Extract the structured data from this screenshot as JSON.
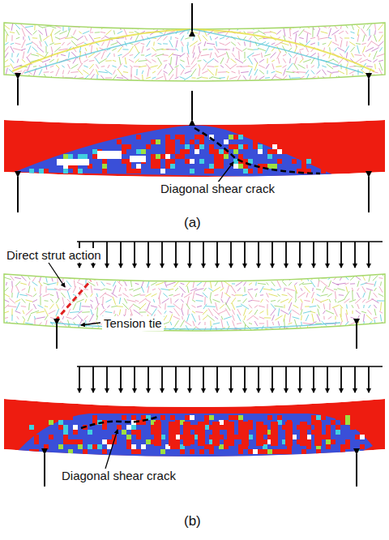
{
  "diagram": {
    "labels": [
      "Diagonal shear crack",
      "(a)",
      "Direct strut action",
      "Tension tie",
      "Diagonal shear crack",
      "(b)"
    ]
  }
}
